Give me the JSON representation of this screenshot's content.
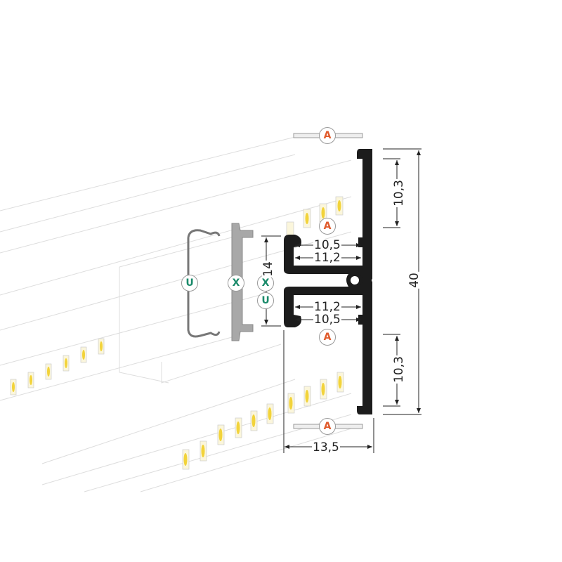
{
  "colors": {
    "badge_a": "#e05a2b",
    "badge_ux": "#1a8a6a",
    "profile": "#1c1c1c",
    "led": "#f2d33a"
  },
  "badges": {
    "a": "A",
    "u": "U",
    "x": "X"
  },
  "dimensions": {
    "total_height": "40",
    "upper_depth": "10,3",
    "lower_depth": "10,3",
    "upper_inner_width": "10,5",
    "upper_outer_width": "11,2",
    "lower_outer_width": "11,2",
    "lower_inner_width": "10,5",
    "cover_height": "14",
    "base_width": "13,5"
  }
}
